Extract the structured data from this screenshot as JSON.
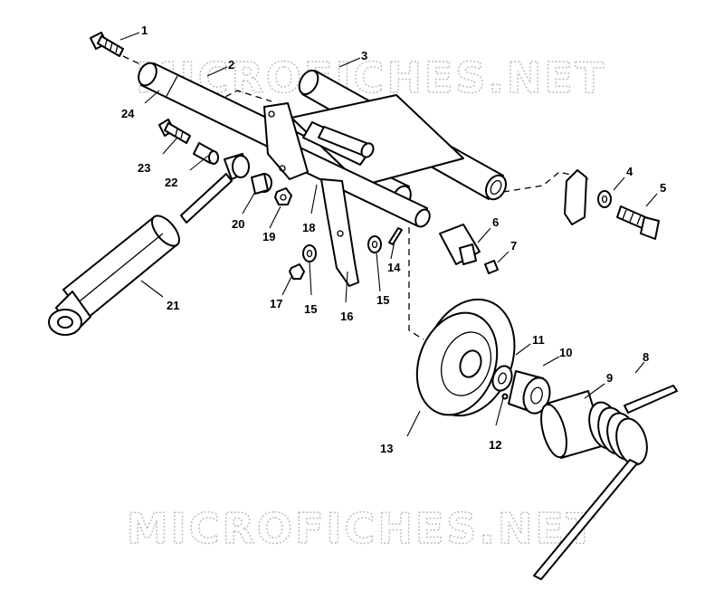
{
  "watermark": "MICROFICHES.NET",
  "parts": [
    {
      "id": "1"
    },
    {
      "id": "2"
    },
    {
      "id": "3"
    },
    {
      "id": "4"
    },
    {
      "id": "5"
    },
    {
      "id": "6"
    },
    {
      "id": "7"
    },
    {
      "id": "8"
    },
    {
      "id": "9"
    },
    {
      "id": "10"
    },
    {
      "id": "11"
    },
    {
      "id": "12"
    },
    {
      "id": "13"
    },
    {
      "id": "14"
    },
    {
      "id": "15"
    },
    {
      "id": "15"
    },
    {
      "id": "16"
    },
    {
      "id": "17"
    },
    {
      "id": "18"
    },
    {
      "id": "19"
    },
    {
      "id": "20"
    },
    {
      "id": "21"
    },
    {
      "id": "22"
    },
    {
      "id": "23"
    },
    {
      "id": "24"
    }
  ],
  "colors": {
    "line": "#000000",
    "watermark": "#b9b9b9",
    "background": "#ffffff"
  }
}
